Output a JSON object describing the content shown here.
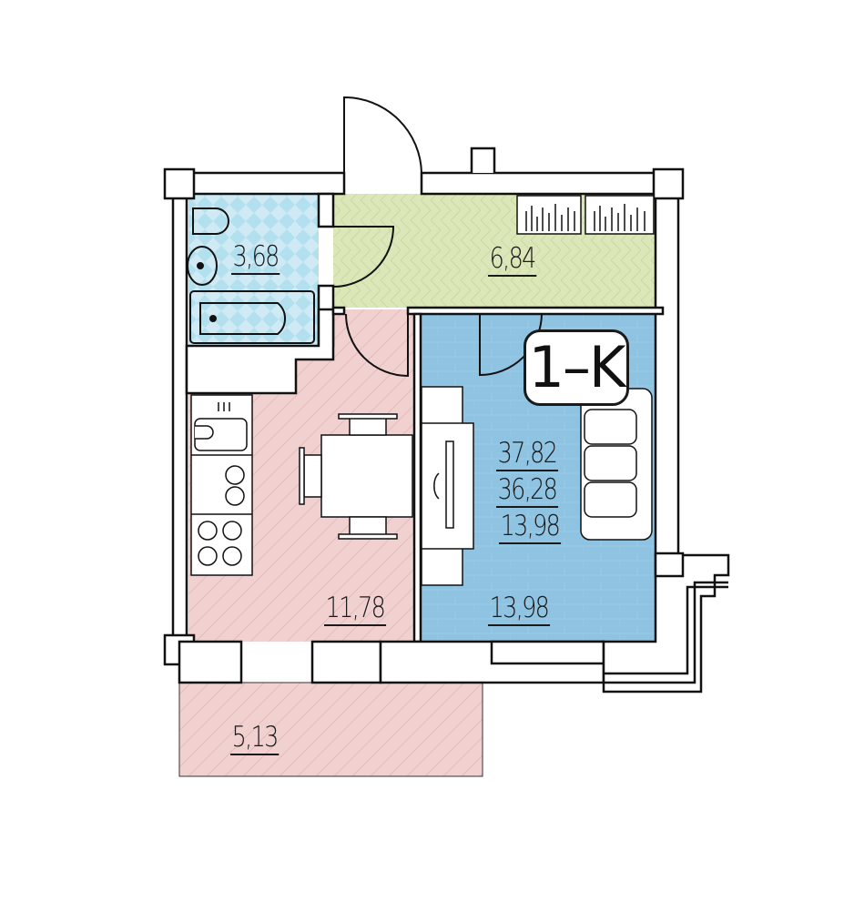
{
  "plan": {
    "apartment_type": "1–K",
    "total_area": "37,82",
    "living_total_area": "36,28",
    "living_area": "13,98"
  },
  "rooms": {
    "bathroom": {
      "area": "3,68",
      "color": "#bfe5f1"
    },
    "hallway": {
      "area": "6,84",
      "color": "#dbe7b9"
    },
    "kitchen": {
      "area": "11,78",
      "color": "#f1d0d0"
    },
    "living_room": {
      "area": "13,98",
      "color": "#8ec3e2"
    },
    "balcony": {
      "area": "5,13",
      "color": "#f1d0d0"
    }
  }
}
